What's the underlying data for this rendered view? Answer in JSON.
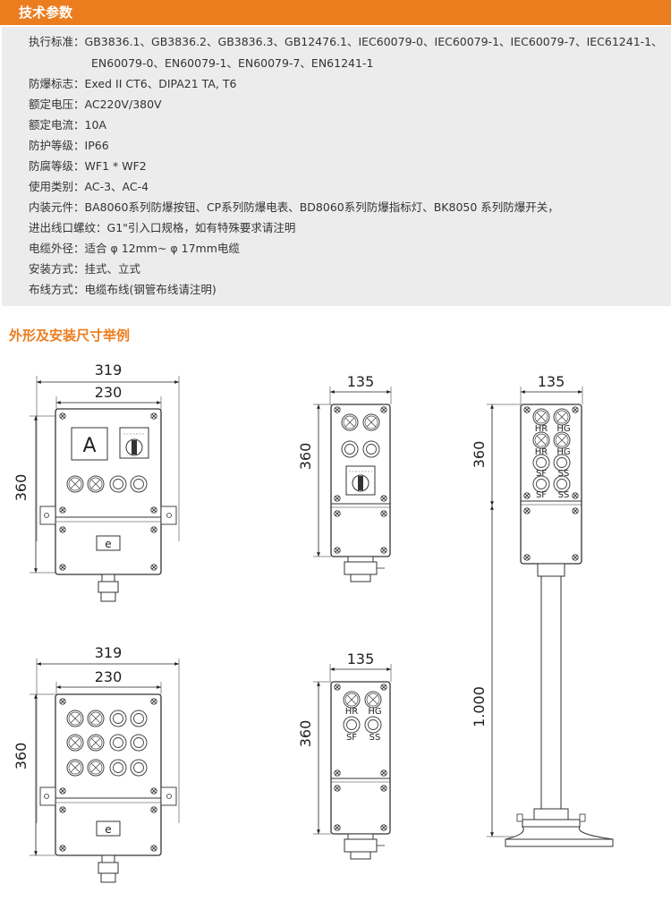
{
  "header": {
    "title": "技术参数"
  },
  "specs": [
    {
      "label": "执行标准：",
      "value": "GB3836.1、GB3836.2、GB3836.3、GB12476.1、IEC60079-0、IEC60079-1、IEC60079-7、IEC61241-1、"
    },
    {
      "label": "",
      "value": "EN60079-0、EN60079-1、EN60079-7、EN61241-1"
    },
    {
      "label": "防爆标志：",
      "value": "Exed II CT6、DIPA21 TA, T6"
    },
    {
      "label": "额定电压：",
      "value": "AC220V/380V"
    },
    {
      "label": "额定电流：",
      "value": "10A"
    },
    {
      "label": "防护等级：",
      "value": "IP66"
    },
    {
      "label": "防腐等级：",
      "value": "WF1 * WF2"
    },
    {
      "label": "使用类别：",
      "value": "AC-3、AC-4"
    },
    {
      "label": "内装元件：",
      "value": "BA8060系列防爆按钮、CP系列防爆电表、BD8060系列防爆指标灯、BK8050 系列防爆开关，"
    },
    {
      "label": "进出线口螺纹：",
      "value": "G1\"引入口规格，如有特殊要求请注明"
    },
    {
      "label": "电缆外径：",
      "value": "适合 φ 12mm~ φ 17mm电缆"
    },
    {
      "label": "安装方式：",
      "value": "挂式、立式"
    },
    {
      "label": "布线方式：",
      "value": "电缆布线(钢管布线请注明)"
    }
  ],
  "section2": {
    "title": "外形及安装尺寸举例"
  },
  "dims": {
    "d319": "319",
    "d230": "230",
    "d360": "360",
    "d135": "135",
    "d1000": "1.000"
  },
  "labels": {
    "ammeter": "A",
    "hr": "HR",
    "hg": "HG",
    "sf": "SF",
    "ss": "SS",
    "e": "e"
  }
}
